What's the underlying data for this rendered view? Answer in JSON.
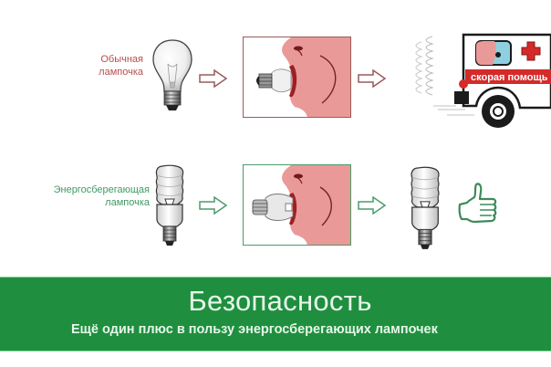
{
  "rows": [
    {
      "label_line1": "Обычная",
      "label_line2": "лампочка",
      "label_color": "#b5504f",
      "bulb_type": "incandescent-bulb",
      "outcome": "ambulance"
    },
    {
      "label_line1": "Энергосберегающая",
      "label_line2": "лампочка",
      "label_color": "#3f9a62",
      "bulb_type": "cfl-bulb",
      "outcome": "thumbs-up"
    }
  ],
  "ambulance": {
    "stripe_text": "скорая помощь"
  },
  "banner": {
    "title": "Безопасность",
    "subtitle": "Ещё один плюс в пользу энергосберегающих лампочек",
    "background": "#1f8f3f"
  },
  "colors": {
    "red_outline": "#9a5a5a",
    "green_outline": "#4b9b6c",
    "face_pink": "#e99a98",
    "ambulance_red": "#d42a2a"
  }
}
